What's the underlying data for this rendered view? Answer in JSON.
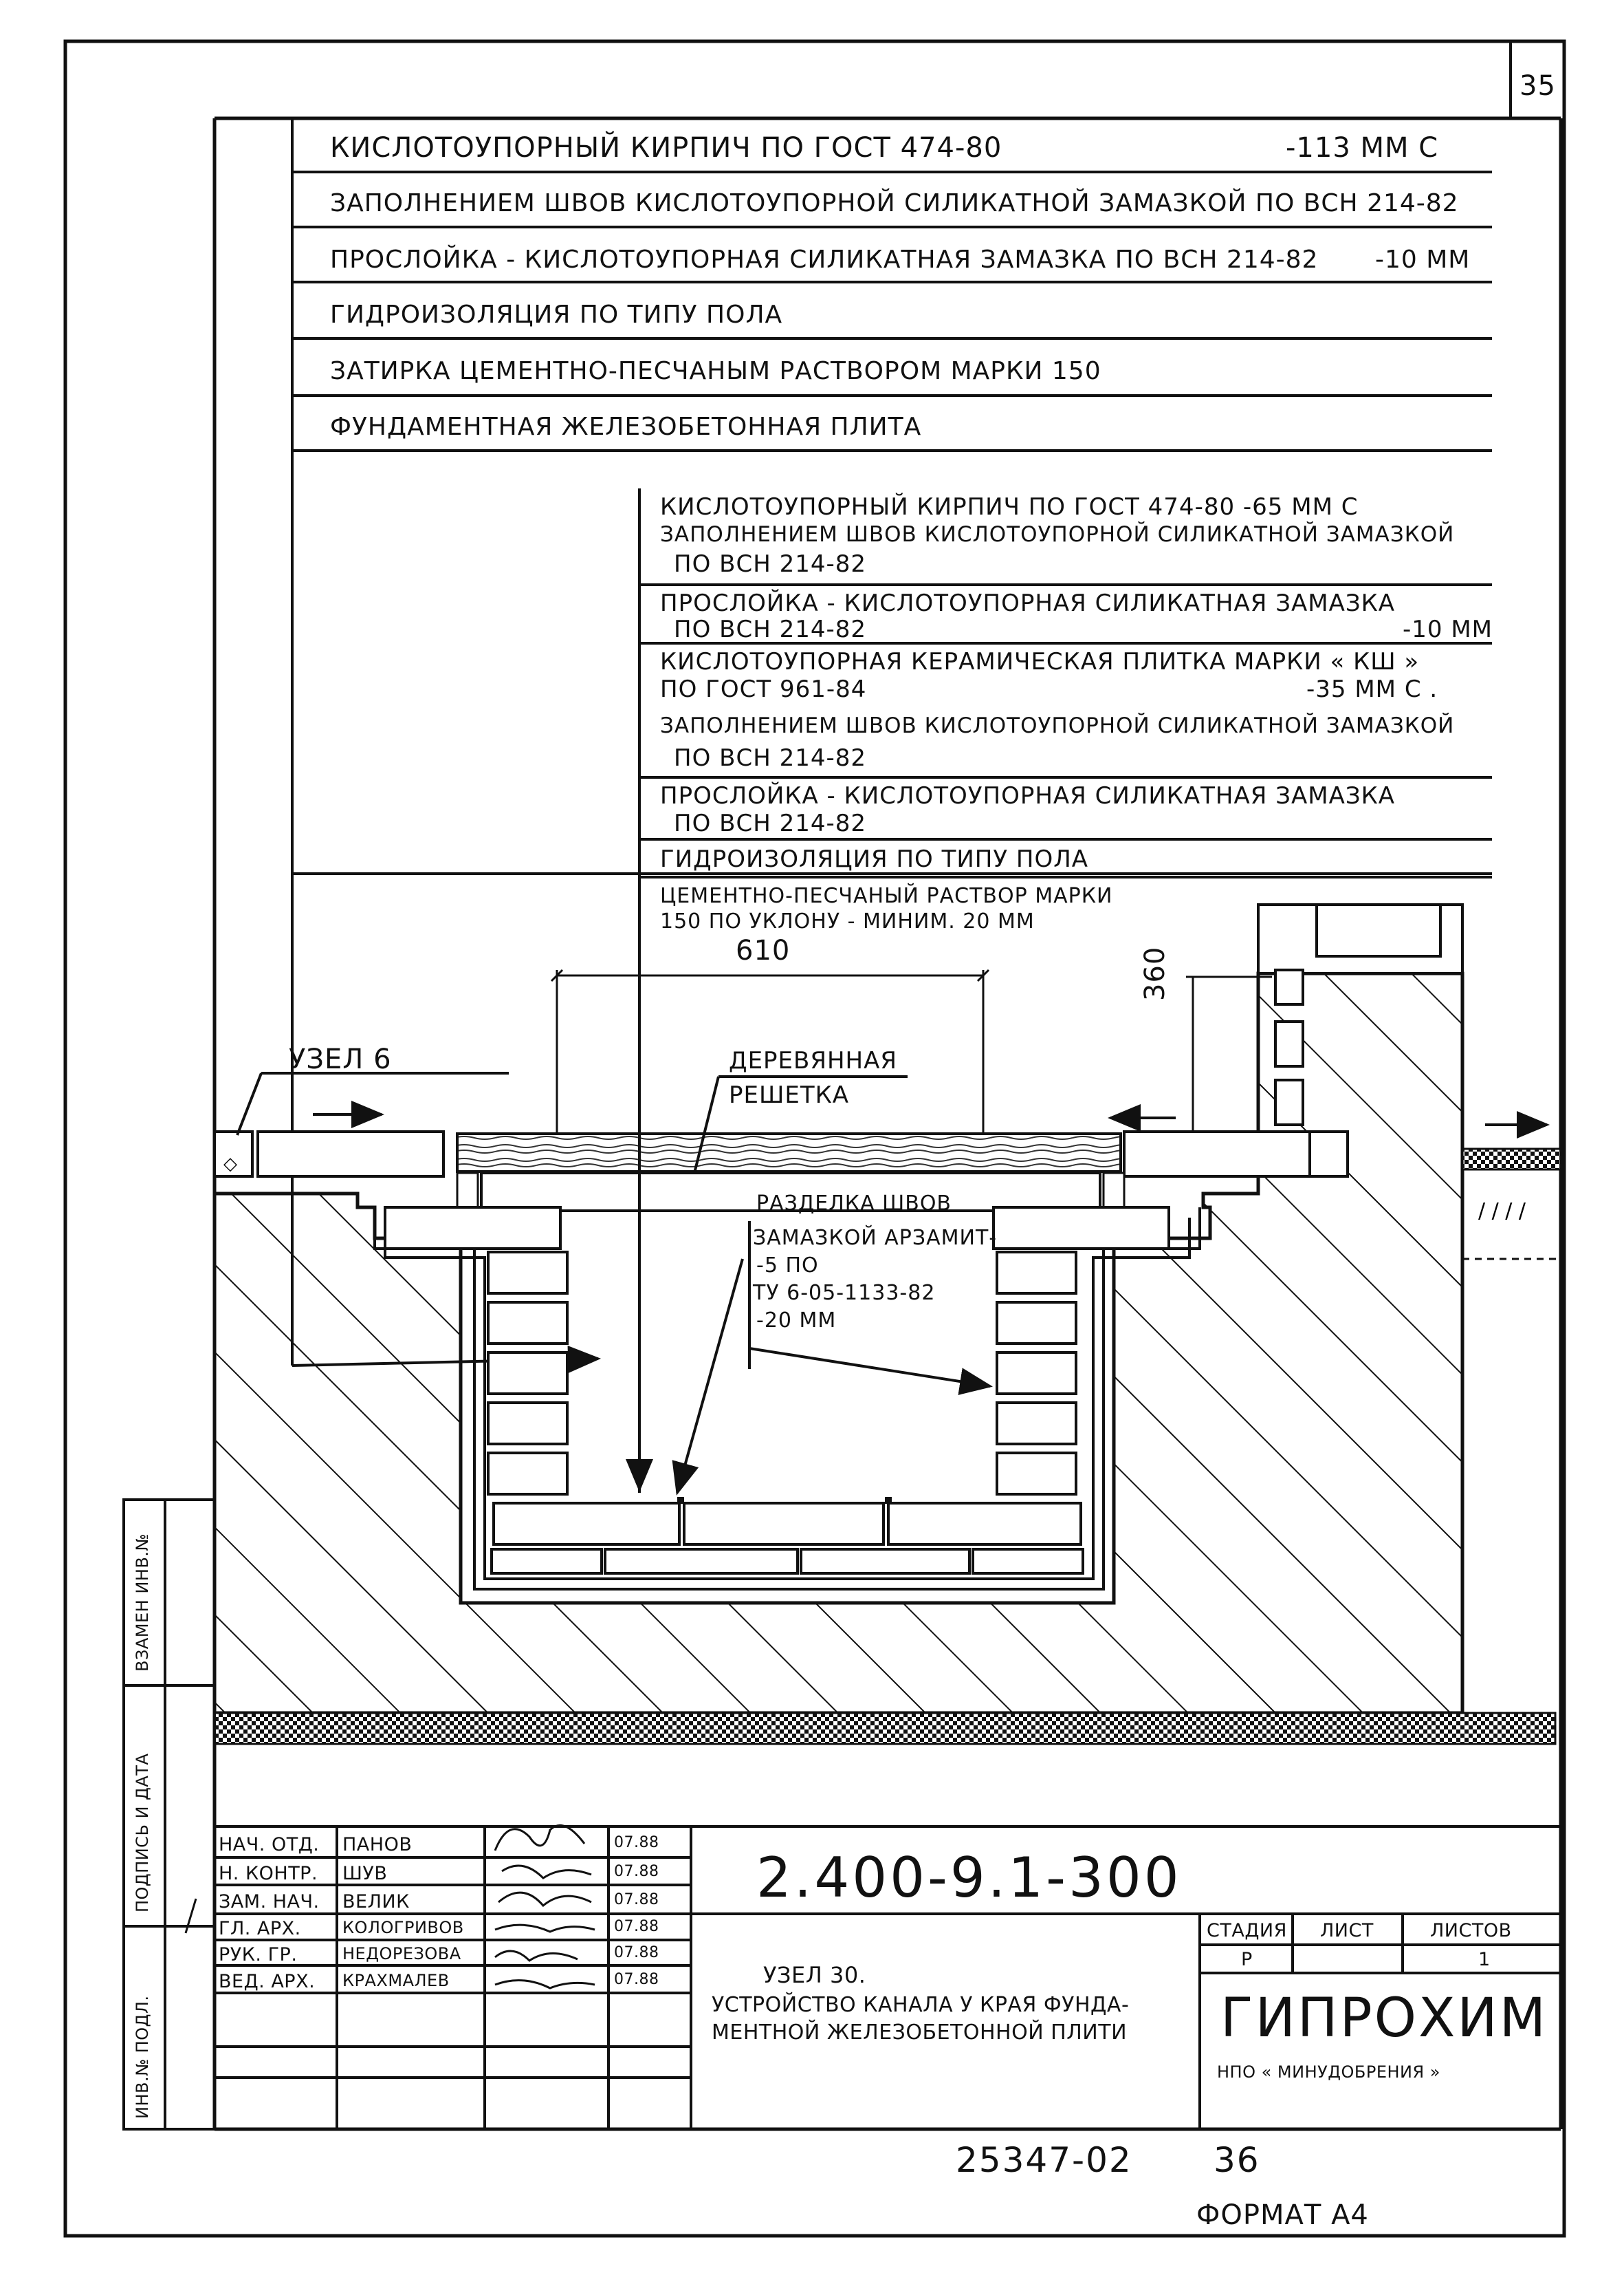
{
  "sheet_number": "35",
  "layers_top": [
    "КИСЛОТОУПОРНЫЙ КИРПИЧ ПО ГОСТ 474-80",
    "ЗАПОЛНЕНИЕМ ШВОВ КИСЛОТОУПОРНОЙ СИЛИКАТНОЙ ЗАМАЗКОЙ ПО ВСН 214-82",
    "ПРОСЛОЙКА - КИСЛОТОУПОРНАЯ СИЛИКАТНАЯ ЗАМАЗКА ПО ВСН 214-82",
    "ГИДРОИЗОЛЯЦИЯ ПО ТИПУ ПОЛА",
    "ЗАТИРКА ЦЕМЕНТНО-ПЕСЧАНЫМ РАСТВОРОМ МАРКИ 150",
    "ФУНДАМЕНТНАЯ ЖЕЛЕЗОБЕТОННАЯ ПЛИТА"
  ],
  "layers_top_dims": {
    "brick": "-113 ММ С",
    "interlayer": "-10 ММ"
  },
  "layers_channel": {
    "brick_line1": "КИСЛОТОУПОРНЫЙ КИРПИЧ ПО ГОСТ 474-80 -65 ММ С",
    "brick_line2": "ЗАПОЛНЕНИЕМ ШВОВ КИСЛОТОУПОРНОЙ СИЛИКАТНОЙ ЗАМАЗКОЙ",
    "brick_line3": "ПО ВСН 214-82",
    "inter1_line1": "ПРОСЛОЙКА - КИСЛОТОУПОРНАЯ СИЛИКАТНАЯ ЗАМАЗКА",
    "inter1_line2": "ПО ВСН 214-82",
    "inter1_dim": "-10 ММ",
    "tile_line1": "КИСЛОТОУПОРНАЯ КЕРАМИЧЕСКАЯ ПЛИТКА МАРКИ « КШ »",
    "tile_line2": "ПО ГОСТ 961-84",
    "tile_dim": "-35 ММ С .",
    "tile_line3": "ЗАПОЛНЕНИЕМ ШВОВ КИСЛОТОУПОРНОЙ СИЛИКАТНОЙ ЗАМАЗКОЙ",
    "tile_line4": "ПО ВСН 214-82",
    "inter2_line1": "ПРОСЛОЙКА - КИСЛОТОУПОРНАЯ СИЛИКАТНАЯ ЗАМАЗКА",
    "inter2_line2": "ПО ВСН 214-82",
    "waterproof": "ГИДРОИЗОЛЯЦИЯ ПО ТИПУ ПОЛА",
    "mortar_line1": "ЦЕМЕНТНО-ПЕСЧАНЫЙ РАСТВОР МАРКИ",
    "mortar_line2": "150 ПО УКЛОНУ - МИНИМ. 20 ММ"
  },
  "dims": {
    "width": "610",
    "height": "360"
  },
  "labels": {
    "node": "УЗЕЛ 6",
    "grate_line1": "ДЕРЕВЯННАЯ",
    "grate_line2": "РЕШЕТКА",
    "joint_line1": "РАЗДЕЛКА ШВОВ",
    "joint_line2": "ЗАМАЗКОЙ АРЗАМИТ-",
    "joint_line3": "-5 ПО",
    "joint_line4": "ТУ 6-05-1133-82",
    "joint_line5": "-20 ММ"
  },
  "side_stamp": [
    "ВЗАМЕН ИНВ.№",
    "ПОДПИСЬ И ДАТА",
    "ИНВ.№ ПОДЛ."
  ],
  "title_block": {
    "staff": [
      {
        "role": "НАЧ. ОТД.",
        "name": "ПАНОВ",
        "date": "07.88"
      },
      {
        "role": "Н. КОНТР.",
        "name": "ШУВ",
        "date": "07.88"
      },
      {
        "role": "ЗАМ. НАЧ.",
        "name": "ВЕЛИК",
        "date": "07.88"
      },
      {
        "role": "ГЛ. АРХ.",
        "name": "КОЛОГРИВОВ",
        "date": "07.88"
      },
      {
        "role": "РУК. ГР.",
        "name": "НЕДОРЕЗОВА",
        "date": "07.88"
      },
      {
        "role": "ВЕД. АРХ.",
        "name": "КРАХМАЛЕВ",
        "date": "07.88"
      }
    ],
    "doc_code": "2.400-9.1-300",
    "title_line1": "УЗЕЛ 30.",
    "title_line2": "УСТРОЙСТВО КАНАЛА У КРАЯ ФУНДА-",
    "title_line3": "МЕНТНОЙ ЖЕЛЕЗОБЕТОННОЙ ПЛИТИ",
    "col_stage": "СТАДИЯ",
    "col_sheet": "ЛИСТ",
    "col_sheets": "ЛИСТОВ",
    "stage": "Р",
    "sheets": "1",
    "org": "ГИПРОХИМ",
    "org_sub": "НПО « МИНУДОБРЕНИЯ »"
  },
  "footer": {
    "code": "25347-02",
    "page": "36",
    "format": "ФОРМАТ А4"
  }
}
